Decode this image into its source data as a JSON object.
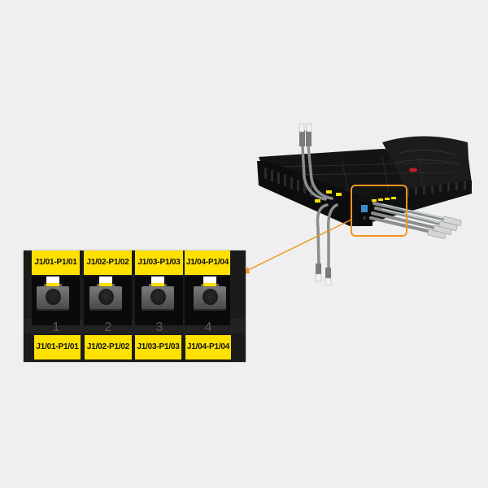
{
  "colors": {
    "background": "#efefef",
    "label_yellow": "#ffe100",
    "callout_orange": "#f39325",
    "panel_black": "#1b1b1b"
  },
  "zoom_panel": {
    "top_labels": [
      "J1/01-P1/01",
      "J1/02-P1/02",
      "J1/03-P1/03",
      "J1/04-P1/04"
    ],
    "port_numbers": [
      "1",
      "2",
      "3",
      "4"
    ],
    "bottom_labels": [
      "J1/01-P1/01",
      "J1/02-P1/02",
      "J1/03-P1/03",
      "J1/04-P1/04"
    ]
  },
  "device": {
    "name": "patch-panel-with-cables",
    "callout_highlight": "front-ports"
  }
}
